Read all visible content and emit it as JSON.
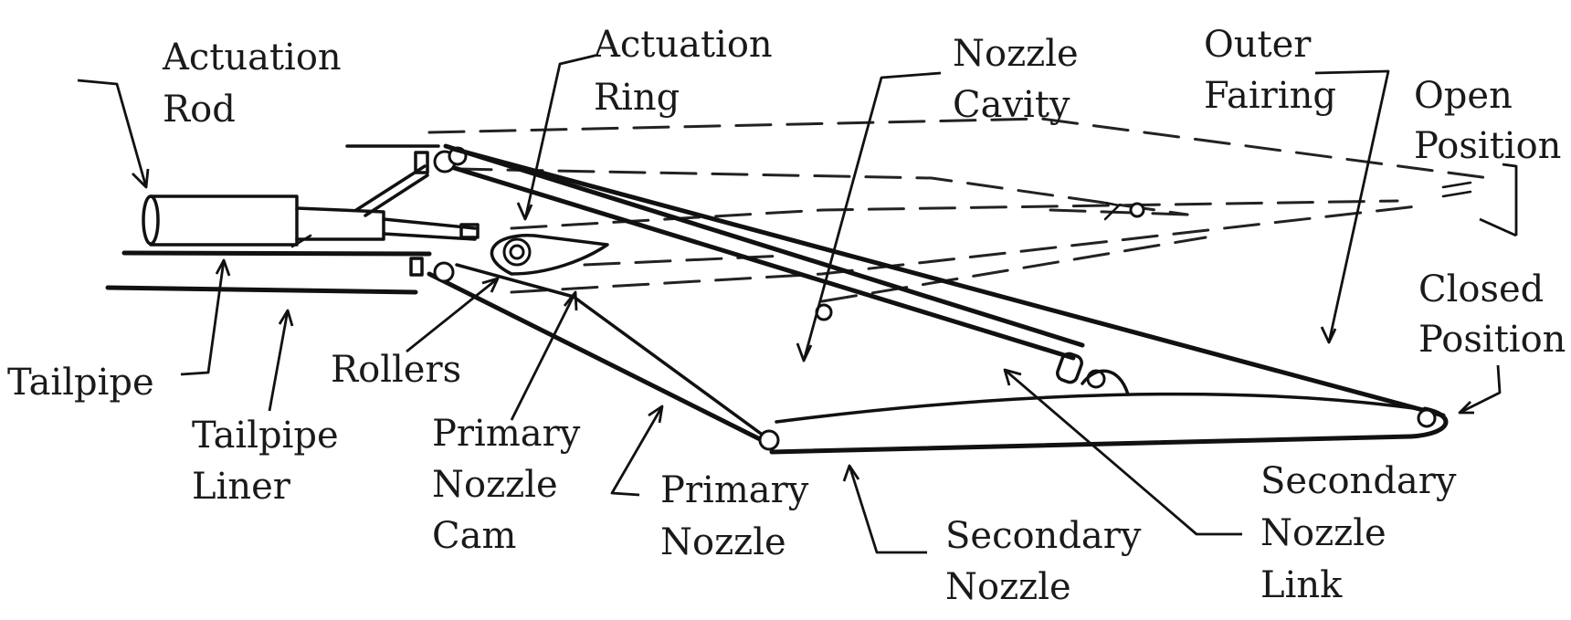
{
  "labels": {
    "actuation_rod": [
      "Actuation",
      "Rod"
    ],
    "actuation_ring": [
      "Actuation",
      "Ring"
    ],
    "nozzle_cavity": [
      "Nozzle",
      "Cavity"
    ],
    "outer_fairing": [
      "Outer",
      "Fairing"
    ],
    "open_position": [
      "Open",
      "Position"
    ],
    "closed_position": [
      "Closed",
      "Position"
    ],
    "tailpipe": [
      "Tailpipe"
    ],
    "tailpipe_liner": [
      "Tailpipe",
      "Liner"
    ],
    "rollers": [
      "Rollers"
    ],
    "primary_nozzle_cam": [
      "Primary",
      "Nozzle",
      "Cam"
    ],
    "primary_nozzle": [
      "Primary",
      "Nozzle"
    ],
    "secondary_nozzle": [
      "Secondary",
      "Nozzle"
    ],
    "secondary_nozzle_link": [
      "Secondary",
      "Nozzle",
      "Link"
    ]
  },
  "colors": {
    "ink": "#111111",
    "background": "#ffffff"
  }
}
